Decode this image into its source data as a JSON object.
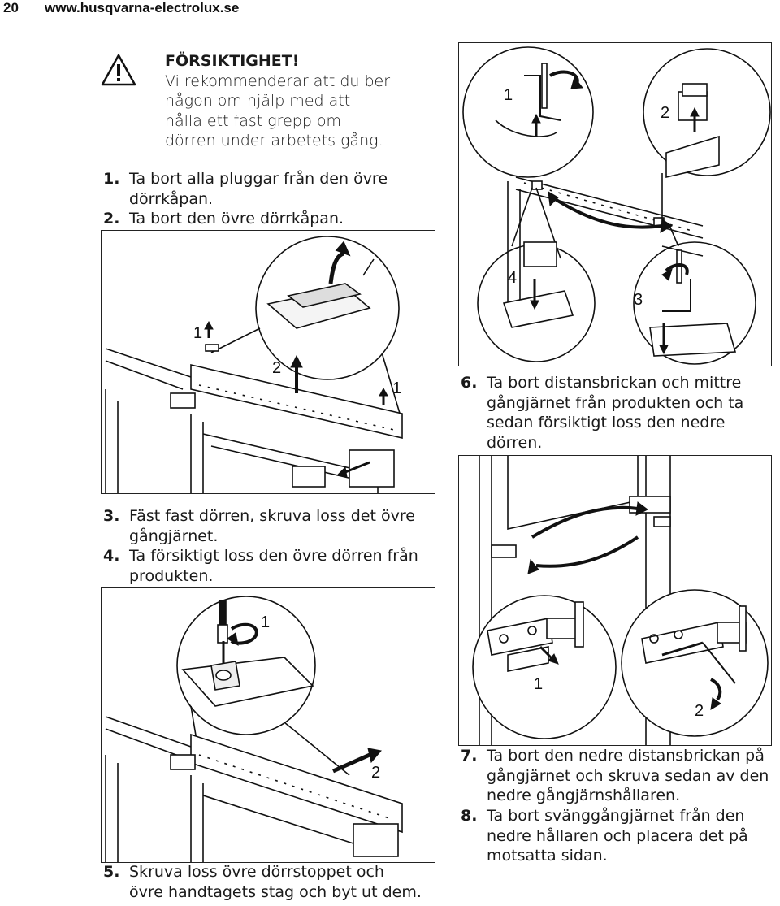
{
  "header": {
    "page_number": "20",
    "website": "www.husqvarna-electrolux.se"
  },
  "caution": {
    "title": "FÖRSIKTIGHET!",
    "lines": [
      "Vi rekommenderar att du ber",
      "någon om hjälp med att",
      "hålla ett fast grepp om",
      "dörren under arbetets gång."
    ]
  },
  "steps_1_2": [
    {
      "num": "1.",
      "lines": [
        "Ta bort alla pluggar från den övre",
        "dörrkåpan."
      ]
    },
    {
      "num": "2.",
      "lines": [
        "Ta bort den övre dörrkåpan."
      ]
    }
  ],
  "steps_3_4": [
    {
      "num": "3.",
      "lines": [
        "Fäst fast dörren, skruva loss det övre",
        "gångjärnet."
      ]
    },
    {
      "num": "4.",
      "lines": [
        "Ta försiktigt loss den övre dörren från",
        "produkten."
      ]
    }
  ],
  "step_5": {
    "num": "5.",
    "lines": [
      "Skruva loss övre dörrstoppet och",
      "övre handtagets stag och byt ut dem."
    ]
  },
  "step_6": {
    "num": "6.",
    "lines": [
      "Ta bort distansbrickan och mittre",
      "gångjärnet från produkten och ta",
      "sedan försiktigt loss den nedre",
      "dörren."
    ]
  },
  "steps_7_8": [
    {
      "num": "7.",
      "lines": [
        "Ta bort den nedre distansbrickan på",
        "gångjärnet och skruva sedan av den",
        "nedre gångjärnshållaren."
      ]
    },
    {
      "num": "8.",
      "lines": [
        "Ta bort svänggångjärnet från den",
        "nedre hållaren och placera det på",
        "motsatta sidan."
      ]
    }
  ],
  "figure_labels": {
    "fig_a": [
      "1",
      "2",
      "1"
    ],
    "fig_b": [
      "1",
      "2"
    ],
    "fig_c": [
      "1",
      "2",
      "4",
      "3"
    ],
    "fig_d": [
      "1",
      "2"
    ]
  }
}
